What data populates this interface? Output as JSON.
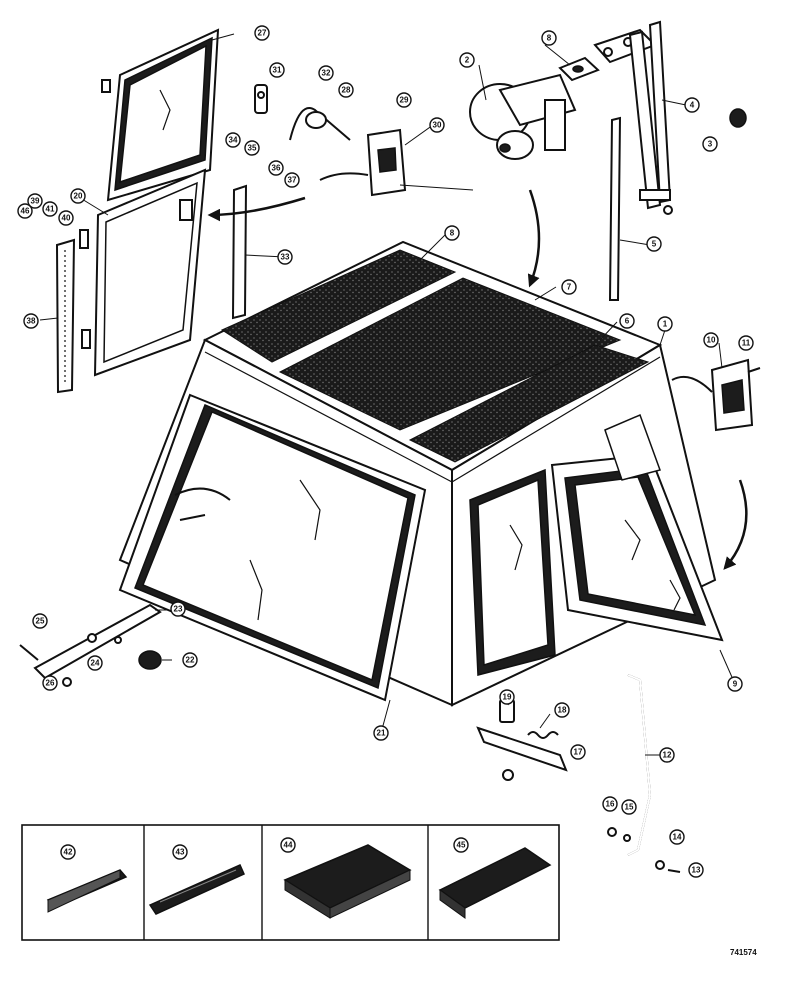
{
  "diagram": {
    "drawing_number": "741574",
    "callouts": {
      "c1": "1",
      "c2": "2",
      "c3": "3",
      "c4": "4",
      "c5": "5",
      "c6": "6",
      "c7": "7",
      "c8a": "8",
      "c8b": "8",
      "c9": "9",
      "c10": "10",
      "c11": "11",
      "c12": "12",
      "c13": "13",
      "c14": "14",
      "c15": "15",
      "c16": "16",
      "c17": "17",
      "c18": "18",
      "c19": "19",
      "c20": "20",
      "c21": "21",
      "c22": "22",
      "c23": "23",
      "c24": "24",
      "c25": "25",
      "c26": "26",
      "c27": "27",
      "c28": "28",
      "c29": "29",
      "c30": "30",
      "c31": "31",
      "c32": "32",
      "c33": "33",
      "c34": "34",
      "c35": "35",
      "c36": "36",
      "c37": "37",
      "c38": "38",
      "c39": "39",
      "c40": "40",
      "c41": "41",
      "c42": "42",
      "c43": "43",
      "c44": "44",
      "c45": "45",
      "c46": "46"
    }
  }
}
